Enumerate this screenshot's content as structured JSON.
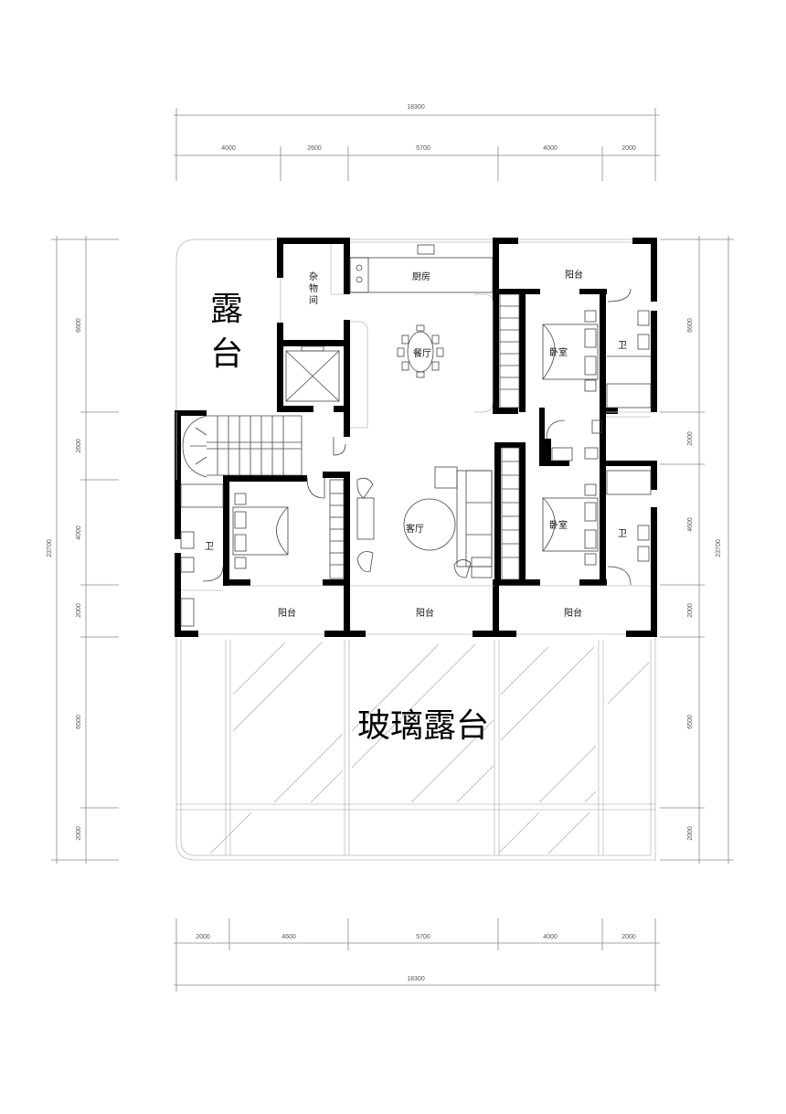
{
  "dimensions": {
    "top_total": "18300",
    "top_segments": [
      "4000",
      "2600",
      "5700",
      "4000",
      "2000"
    ],
    "bottom_total": "18300",
    "bottom_segments": [
      "2000",
      "4600",
      "5700",
      "4000",
      "2000"
    ],
    "left_total": "23700",
    "left_segments": [
      "6600",
      "2600",
      "4000",
      "2000",
      "6500",
      "2000"
    ],
    "right_total": "23700",
    "right_segments": [
      "6600",
      "2000",
      "4600",
      "2000",
      "6500",
      "2000"
    ]
  },
  "rooms": {
    "terrace_line1": "露",
    "terrace_line2": "台",
    "storage_line1": "杂",
    "storage_line2": "物",
    "storage_line3": "间",
    "kitchen": "厨房",
    "dining": "餐厅",
    "balcony_top": "阳台",
    "bedroom_right_top": "卧室",
    "bath_right_top": "卫",
    "living": "客厅",
    "bedroom_right_mid": "卧室",
    "bath_right_mid": "卫",
    "bath_left": "卫",
    "balcony_bottom_left": "阳台",
    "balcony_bottom_mid": "阳台",
    "balcony_bottom_right": "阳台",
    "glass_terrace": "玻璃露台"
  }
}
